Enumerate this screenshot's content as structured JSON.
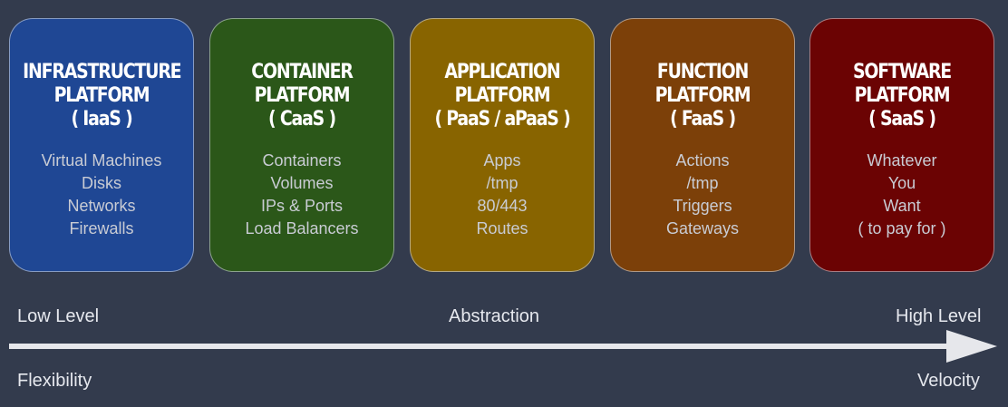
{
  "colors": {
    "background": "#333b4d",
    "arrow": "#e6e7eb",
    "item_text": "#c9ccd4"
  },
  "platforms": [
    {
      "title_lines": [
        "INFRASTRUCTURE",
        "PLATFORM",
        "( IaaS )"
      ],
      "items": [
        "Virtual Machines",
        "Disks",
        "Networks",
        "Firewalls"
      ],
      "color": "#1f4794"
    },
    {
      "title_lines": [
        "CONTAINER",
        "PLATFORM",
        "( CaaS )"
      ],
      "items": [
        "Containers",
        "Volumes",
        "IPs & Ports",
        "Load Balancers"
      ],
      "color": "#2b5719"
    },
    {
      "title_lines": [
        "APPLICATION",
        "PLATFORM",
        "( PaaS / aPaaS )"
      ],
      "items": [
        "Apps",
        "/tmp",
        "80/443",
        "Routes"
      ],
      "color": "#886400"
    },
    {
      "title_lines": [
        "FUNCTION",
        "PLATFORM",
        "( FaaS )"
      ],
      "items": [
        "Actions",
        "/tmp",
        "Triggers",
        "Gateways"
      ],
      "color": "#7c4009"
    },
    {
      "title_lines": [
        "SOFTWARE",
        "PLATFORM",
        "( SaaS )"
      ],
      "items": [
        "Whatever",
        "You",
        "Want",
        "( to pay for )"
      ],
      "color": "#6b0303"
    }
  ],
  "axis": {
    "low_level": "Low Level",
    "abstraction": "Abstraction",
    "high_level": "High Level",
    "flexibility": "Flexibility",
    "velocity": "Velocity"
  }
}
